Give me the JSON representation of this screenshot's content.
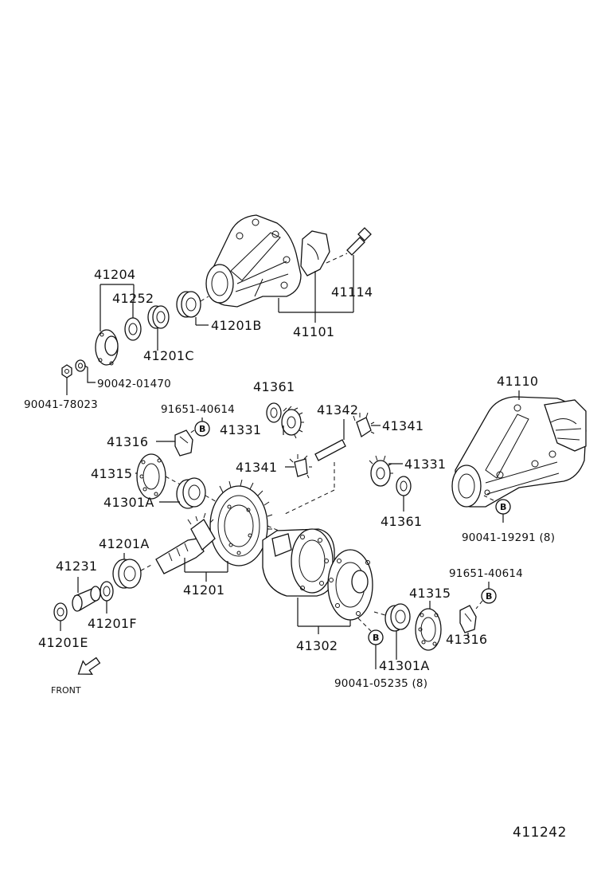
{
  "parts": {
    "p41204": "41204",
    "p41252": "41252",
    "p41201B": "41201B",
    "p41201C": "41201C",
    "p90042_01470": "90042-01470",
    "p90041_78023": "90041-78023",
    "p41114": "41114",
    "p41101": "41101",
    "p41361_top": "41361",
    "p91651_40614_left": "91651-40614",
    "p41331_top": "41331",
    "p41342": "41342",
    "p41341_right": "41341",
    "p41316_left": "41316",
    "p41341_left": "41341",
    "p41331_right": "41331",
    "p41315_left": "41315",
    "p41301A_left": "41301A",
    "p41361_bottom": "41361",
    "p41110": "41110",
    "p90041_19291": "90041-19291 (8)",
    "p41201A": "41201A",
    "p41231": "41231",
    "p41201": "41201",
    "p41201F": "41201F",
    "p41201E": "41201E",
    "p41302": "41302",
    "p91651_40614_right": "91651-40614",
    "p41315_right": "41315",
    "p41316_right": "41316",
    "p41301A_right": "41301A",
    "p90041_05235": "90041-05235 (8)"
  },
  "markers": {
    "b": "B"
  },
  "front_label": "FRONT",
  "reference_number": "411242"
}
